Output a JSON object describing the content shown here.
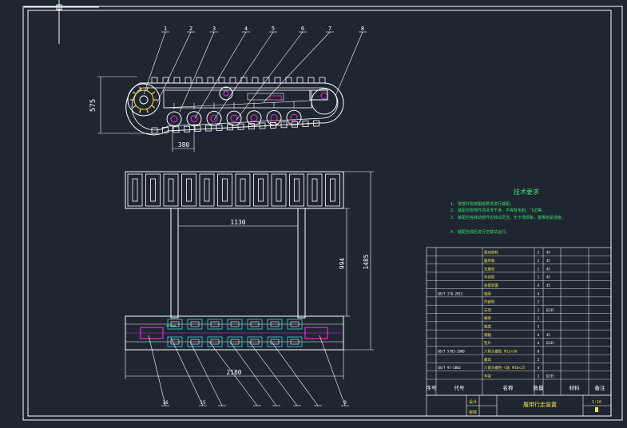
{
  "colors": {
    "background": "#1f2531",
    "line": "#ffffff",
    "green": "#39e26b",
    "yellow": "#f3e24a",
    "magenta": "#e12fd5",
    "cyan": "#31d8e8"
  },
  "side_view": {
    "dimensions": {
      "height": "575",
      "wheel_pitch": "380"
    }
  },
  "top_view": {
    "dimensions": {
      "inner_width": "1130",
      "overall_width": "2180",
      "inner_length": "994",
      "overall_length": "1485"
    }
  },
  "callouts_top": [
    "1",
    "2",
    "3",
    "4",
    "5",
    "6",
    "7",
    "8"
  ],
  "callouts_bottom": [
    "16",
    "15",
    "",
    "",
    "",
    "",
    "",
    "9"
  ],
  "technical_requirements": {
    "title": "技术要求",
    "items": [
      "1. 零部件需按图纸要求进行装配。",
      "2. 装配前零部件须清洗干净，不得有毛刺、飞边等。",
      "3. 装配后各转动部件应转动灵活，无卡滞现象，履带张紧适度。",
      "4. 装配完成后进行空载试运行。"
    ]
  },
  "bom": {
    "rows": [
      {
        "no": "",
        "code": "",
        "name": "驱动链轮",
        "qty": "2",
        "mat": "45"
      },
      {
        "no": "",
        "code": "",
        "name": "履带板",
        "qty": "2",
        "mat": "45"
      },
      {
        "no": "",
        "code": "",
        "name": "支重轮",
        "qty": "1",
        "mat": "45"
      },
      {
        "no": "",
        "code": "",
        "name": "导向轮",
        "qty": "1",
        "mat": "45"
      },
      {
        "no": "",
        "code": "",
        "name": "张紧装置",
        "qty": "4",
        "mat": "45"
      },
      {
        "no": "",
        "code": "GB/T 276-2013",
        "name": "轴承",
        "qty": "4",
        "mat": ""
      },
      {
        "no": "",
        "code": "",
        "name": "托链轮",
        "qty": "2",
        "mat": ""
      },
      {
        "no": "",
        "code": "",
        "name": "支架",
        "qty": "2",
        "mat": "Q235"
      },
      {
        "no": "",
        "code": "",
        "name": "横梁",
        "qty": "2",
        "mat": ""
      },
      {
        "no": "",
        "code": "",
        "name": "端盖",
        "qty": "2",
        "mat": ""
      },
      {
        "no": "",
        "code": "",
        "name": "销轴",
        "qty": "4",
        "mat": "45"
      },
      {
        "no": "",
        "code": "",
        "name": "垫片",
        "qty": "4",
        "mat": "Q235"
      },
      {
        "no": "",
        "code": "GB/T 5783-2000",
        "name": "六角头螺栓 M12×30",
        "qty": "8",
        "mat": ""
      },
      {
        "no": "",
        "code": "",
        "name": "螺母",
        "qty": "2",
        "mat": ""
      },
      {
        "no": "",
        "code": "GB/T 97-2002",
        "name": "六角头螺栓-C级 M10×25",
        "qty": "4",
        "mat": ""
      },
      {
        "no": "",
        "code": "",
        "name": "车架",
        "qty": "1",
        "mat": "Q235"
      }
    ],
    "header": {
      "no": "序号",
      "code": "代号",
      "name": "名称",
      "qty": "数量",
      "mat": "材料",
      "note": "备注"
    }
  },
  "title_block": {
    "drawing_title": "履带行走装置",
    "scale": "1:10",
    "left_labels": [
      "设计",
      "审核"
    ]
  }
}
